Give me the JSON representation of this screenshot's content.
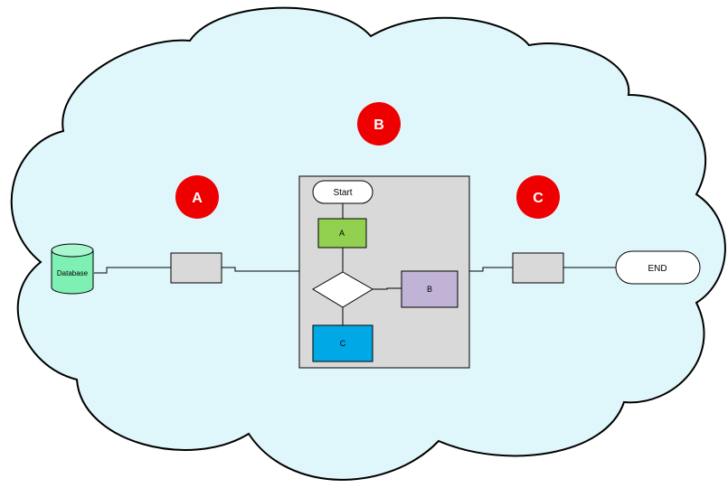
{
  "colors": {
    "cloud_fill": "#dff7fa",
    "cloud_stroke": "#000000",
    "badge_fill": "#ef0000",
    "gray_box": "#d9d9d9",
    "green_box": "#92d050",
    "purple_box": "#c0b3d6",
    "blue_box": "#00a9e6",
    "database_fill": "#7ef0b4"
  },
  "badges": {
    "a": "A",
    "b": "B",
    "c": "C"
  },
  "left": {
    "database_label": "Database",
    "database_icon": "cylinder-database-icon"
  },
  "flow": {
    "start_label": "Start",
    "box_a_label": "A",
    "box_b_label": "B",
    "box_c_label": "C"
  },
  "right": {
    "end_label": "END"
  }
}
